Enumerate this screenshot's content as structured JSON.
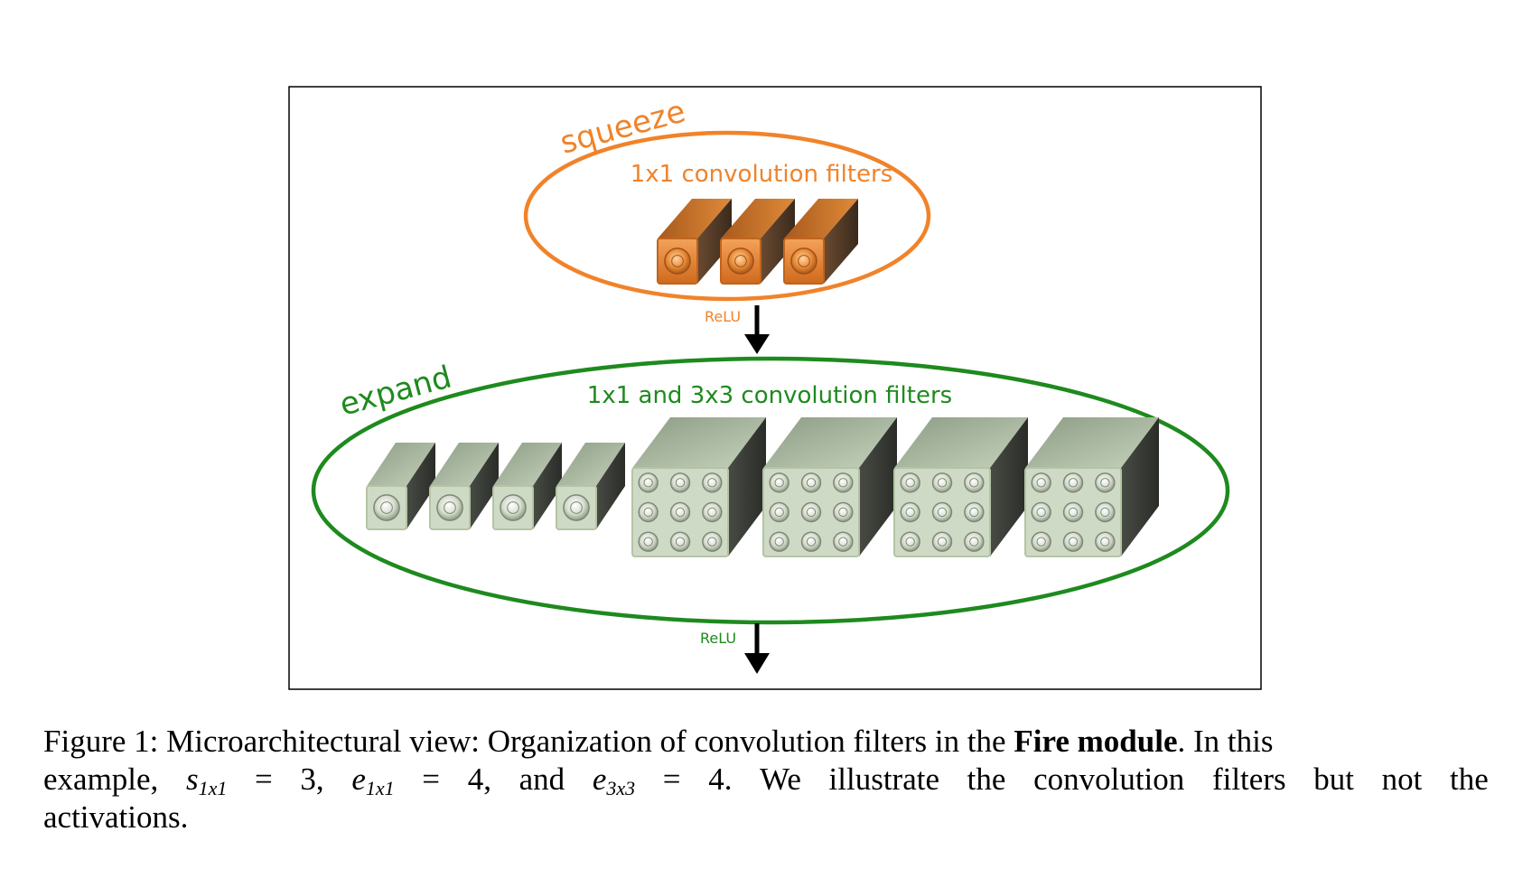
{
  "figure": {
    "squeeze": {
      "title": "squeeze",
      "subtitle": "1x1 convolution filters",
      "filter_count": 3,
      "color": "#f0832a"
    },
    "relu_top": "ReLU",
    "expand": {
      "title": "expand",
      "subtitle": "1x1 and 3x3 convolution filters",
      "filter_1x1_count": 4,
      "filter_3x3_count": 4,
      "color": "#1e8a1e"
    },
    "relu_bottom": "ReLU"
  },
  "caption": {
    "prefix": "Figure 1:",
    "text1": "Microarchitectural view: Organization of convolution filters in the",
    "bold": "Fire module",
    "text2": ". In this",
    "line2": {
      "w1": "example,",
      "s_var": "s",
      "s_sub": "1x1",
      "eq1": "=",
      "v1": "3,",
      "e1_var": "e",
      "e1_sub": "1x1",
      "eq2": "=",
      "v2": "4,",
      "and": "and",
      "e3_var": "e",
      "e3_sub": "3x3",
      "eq3": "=",
      "v3": "4.",
      "rest": [
        "We",
        "illustrate",
        "the",
        "convolution",
        "filters",
        "but",
        "not",
        "the"
      ]
    },
    "line3": "activations."
  }
}
